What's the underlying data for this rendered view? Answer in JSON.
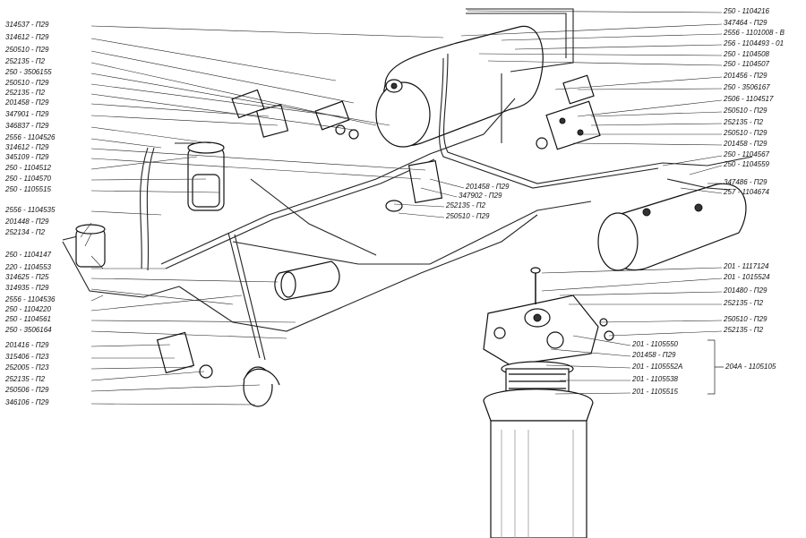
{
  "labels_left": [
    "314537 - П29",
    "314612 - П29",
    "250510 - П29",
    "252135 - П2",
    "250 - 3506155",
    "250510 - П29",
    "252135 - П2",
    "201458 - П29",
    "347901 - П29",
    "346837 - П29",
    "2556 - 1104526",
    "314612 - П29",
    "345109 - П29",
    "250 - 1104512",
    "250 - 1104570",
    "250 - 1105515",
    "2556 - 1104535",
    "201448 - П29",
    "252134 - П2",
    "250 - 1104147",
    "220 - 1104553",
    "314625 - П25",
    "314935 - П29",
    "2556 - 1104536",
    "250 - 1104220",
    "250 - 1104561",
    "250 - 3506164",
    "201416 - П29",
    "315406 - П23",
    "252005 - П23",
    "252135 - П2",
    "250506 - П29",
    "346106 - П29"
  ],
  "labels_right": [
    "250 - 1104216",
    "347464 - П29",
    "2556 - 1101008 - В",
    "256 - 1104493 - 01",
    "250 - 1104508",
    "250 - 1104507",
    "201456 - П29",
    "250 - 3506167",
    "2506 - 1104517",
    "250510 - П29",
    "252135 - П2",
    "250510 - П29",
    "201458 - П29",
    "250 - 1104567",
    "250 - 1104559",
    "347486 - П29",
    "257 - 1104674",
    "201 - 1117124",
    "201 - 1015524",
    "201480 - П29",
    "252135 - П2",
    "250510 - П29",
    "252135 - П2",
    "201 - 1105550",
    "201458 - П29",
    "201 - 1105552А",
    "201 - 1105538",
    "201 - 1105515"
  ],
  "labels_center": [
    "201458 - П29",
    "347902 - П29",
    "252135 - П2",
    "250510 - П29"
  ],
  "group_label": "204А - 1105105",
  "colors": {
    "ink": "#111111",
    "paper": "#ffffff"
  }
}
